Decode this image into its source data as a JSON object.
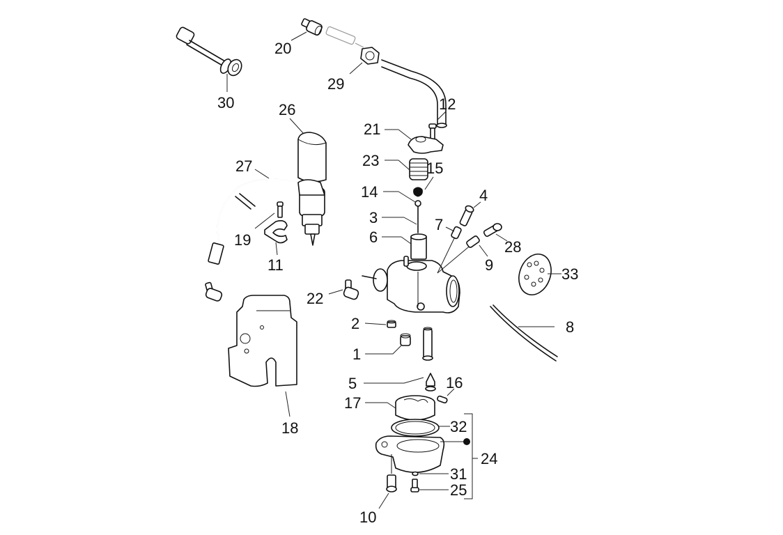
{
  "diagram": {
    "title": "Carburettor exploded parts view",
    "labels": {
      "p1": "1",
      "p2": "2",
      "p3": "3",
      "p4": "4",
      "p5": "5",
      "p6": "6",
      "p7": "7",
      "p8": "8",
      "p9": "9",
      "p10": "10",
      "p11": "11",
      "p12": "12",
      "p14": "14",
      "p15": "15",
      "p16": "16",
      "p17": "17",
      "p18": "18",
      "p19": "19",
      "p20": "20",
      "p21": "21",
      "p22": "22",
      "p23": "23",
      "p24": "24",
      "p25": "25",
      "p26": "26",
      "p27": "27",
      "p28": "28",
      "p29": "29",
      "p30": "30",
      "p31": "31",
      "p32": "32",
      "p33": "33"
    },
    "colors": {
      "line": "#111111",
      "background": "#ffffff"
    }
  }
}
